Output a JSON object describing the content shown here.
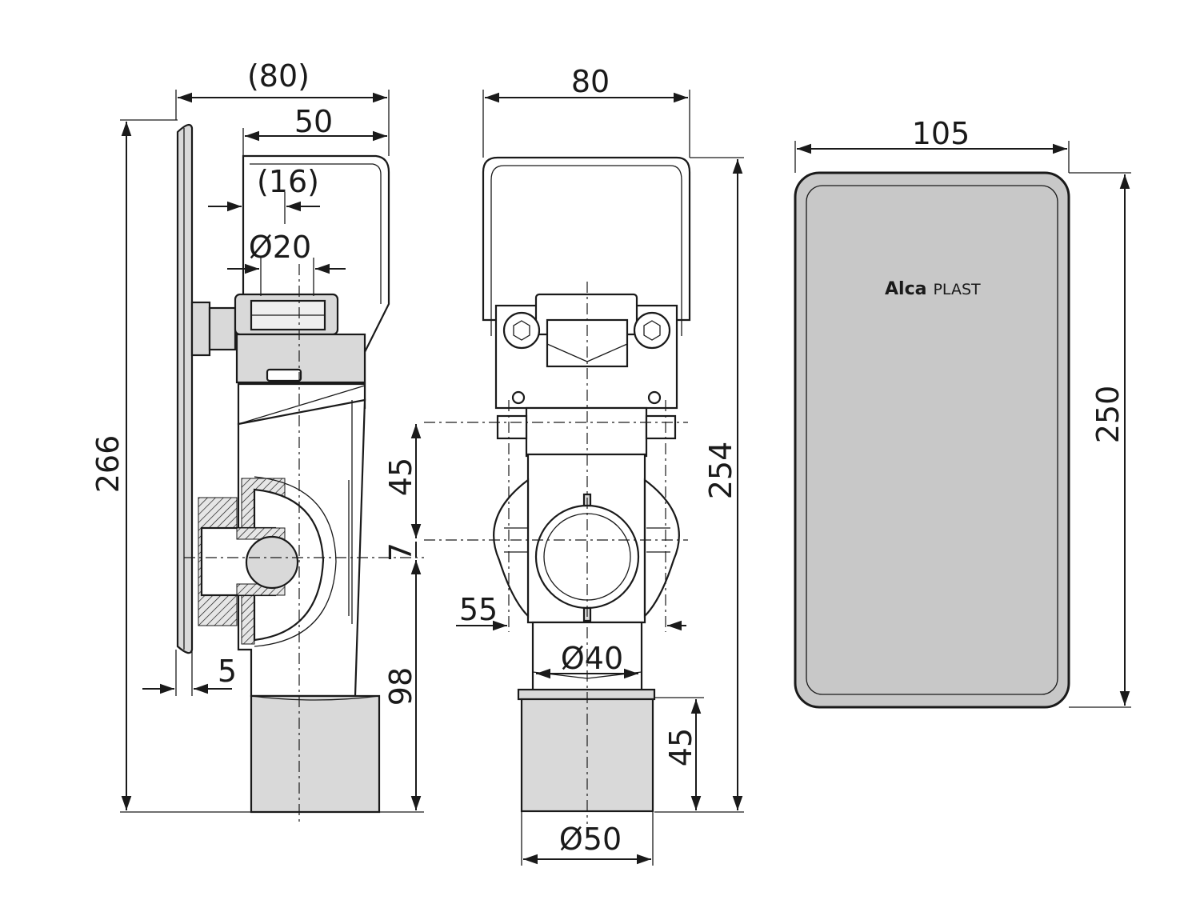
{
  "dimensions": {
    "side_width_total": "(80)",
    "side_width_box": "50",
    "side_offset": "(16)",
    "side_diameter_inlet": "Ø20",
    "side_height_total": "266",
    "side_cover_thickness": "5",
    "front_width": "80",
    "front_height_total": "254",
    "front_upper_offset": "45",
    "front_mid_offset": "7",
    "front_lower_height": "98",
    "front_side_width": "55",
    "front_diameter_inner": "Ø40",
    "front_outlet_height": "45",
    "front_diameter_outlet": "Ø50",
    "cover_width": "105",
    "cover_height": "250"
  },
  "brand": {
    "name_bold": "Alca",
    "name_light": "PLAST"
  },
  "colors": {
    "line": "#1a1a1a",
    "cover_fill": "#c8c8c8",
    "part_fill": "#d9d9d9"
  }
}
